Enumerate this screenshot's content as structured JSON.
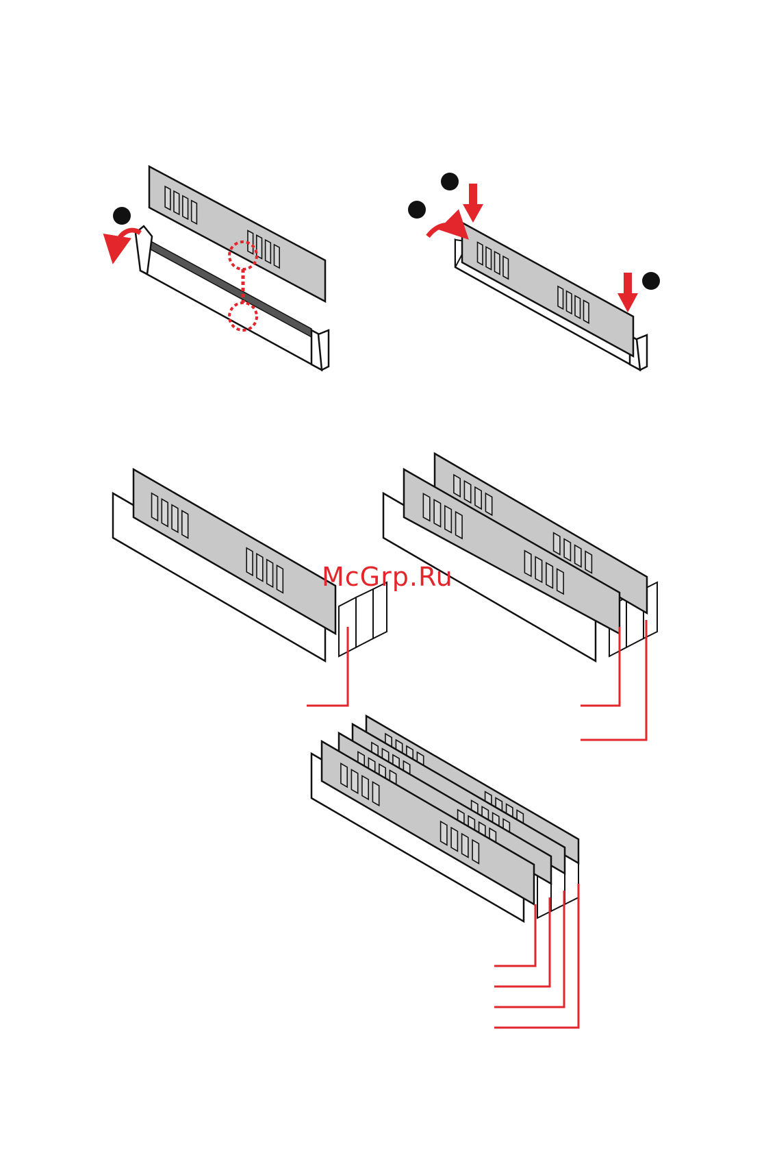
{
  "watermark": {
    "text": "McGrp.Ru",
    "color": "#e2262b"
  },
  "colors": {
    "accent_red": "#e2262b",
    "module_fill": "#c8c8c8",
    "slot_fill": "#ffffff",
    "outline": "#111111",
    "chip_fill": "#d4d4d4"
  },
  "step_markers": [
    {
      "label": "",
      "icon": "step-circle-icon"
    },
    {
      "label": "",
      "icon": "step-circle-icon"
    },
    {
      "label": "",
      "icon": "step-circle-icon"
    },
    {
      "label": "",
      "icon": "step-circle-icon"
    }
  ],
  "figures": {
    "removal": {
      "icon": "latch-open-arrow-icon"
    },
    "installation": {
      "icon": "press-down-arrow-icon"
    },
    "one_module": {
      "callouts": 1
    },
    "two_modules": {
      "callouts": 2
    },
    "four_modules": {
      "callouts": 4
    }
  }
}
